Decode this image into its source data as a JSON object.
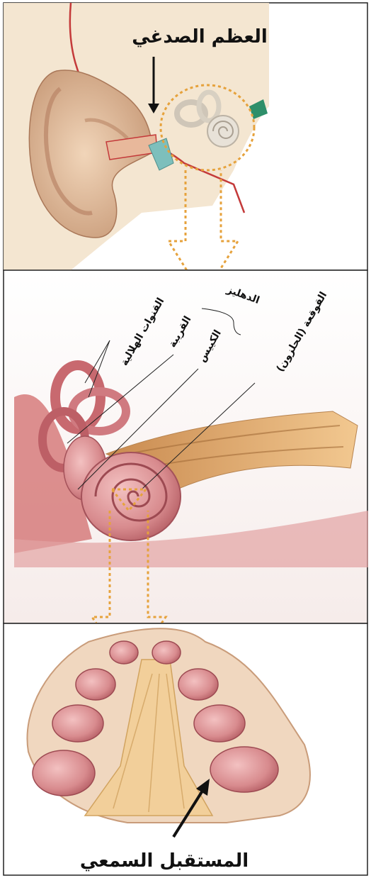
{
  "panel1": {
    "label": "العظم الصدغي"
  },
  "panel2": {
    "labels": {
      "semicircular": "القنوات الهلالية",
      "vestibule": "الدهليز",
      "utricle": "القريبة",
      "saccule": "الكييس",
      "cochlea": "القوقعة (الحلزون)"
    }
  },
  "panel3": {
    "label": "المستقبل السمعي"
  },
  "colors": {
    "border": "#222222",
    "dotted": "#e6a23c",
    "skin": "#e9c9a8",
    "bone": "#f3e6d0",
    "tissue": "#d98a8a",
    "nerve": "#d8a36a",
    "canal": "#c96a6f"
  }
}
